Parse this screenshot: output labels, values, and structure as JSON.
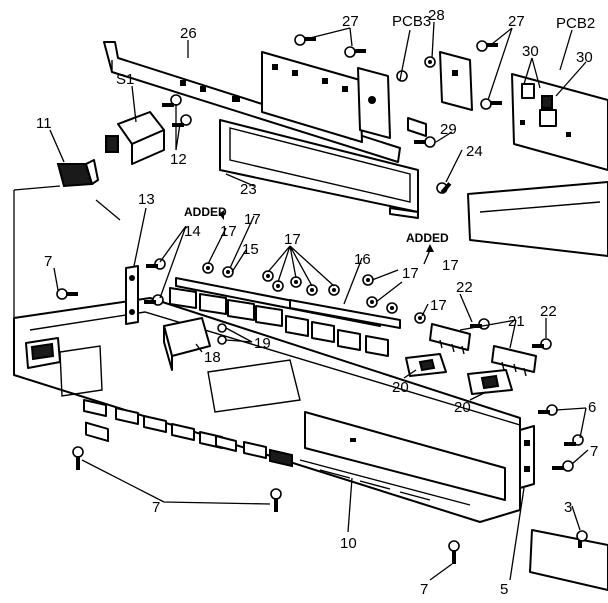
{
  "callouts": {
    "c26": "26",
    "c27a": "27",
    "c27b": "27",
    "pcb3": "PCB3",
    "c28": "28",
    "pcb2": "PCB2",
    "c30a": "30",
    "c30b": "30",
    "s1": "S1",
    "c11": "11",
    "c12": "12",
    "c29": "29",
    "c24": "24",
    "c23": "23",
    "c13": "13",
    "added1": "ADDED",
    "c17a": "17",
    "c14": "14",
    "c17b": "17",
    "c15": "15",
    "c17c": "17",
    "added2": "ADDED",
    "c16": "16",
    "c17d": "17",
    "c17e": "17",
    "c7a": "7",
    "c17f": "17",
    "c22a": "22",
    "c22b": "22",
    "c21": "21",
    "c19": "19",
    "c18": "18",
    "c20a": "20",
    "c20b": "20",
    "c6": "6",
    "c7b": "7",
    "c7c": "7",
    "c10": "10",
    "c3": "3",
    "c7d": "7",
    "c5": "5"
  }
}
